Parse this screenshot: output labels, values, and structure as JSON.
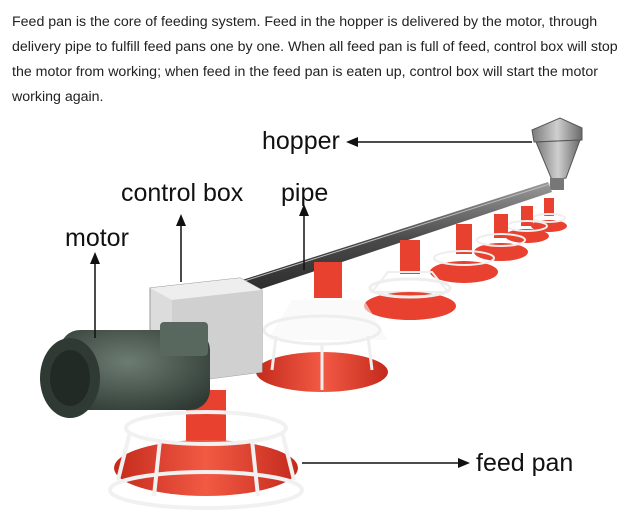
{
  "description": "Feed pan is the core of feeding system. Feed in the hopper is delivered by the motor, through delivery pipe to fulfill feed pans one by one. When all feed pan is full of feed, control box will stop the motor from working; when feed in the feed pan is eaten up, control box will start the motor working again.",
  "labels": {
    "hopper": "hopper",
    "control_box": "control box",
    "pipe": "pipe",
    "motor": "motor",
    "feed_pan": "feed pan"
  },
  "colors": {
    "pan_red": "#e8412f",
    "pan_white": "#f4f4f4",
    "motor_green": "#4b5a50",
    "box_grey": "#dcdcdc",
    "pipe_grey": "#5c5c5c"
  }
}
